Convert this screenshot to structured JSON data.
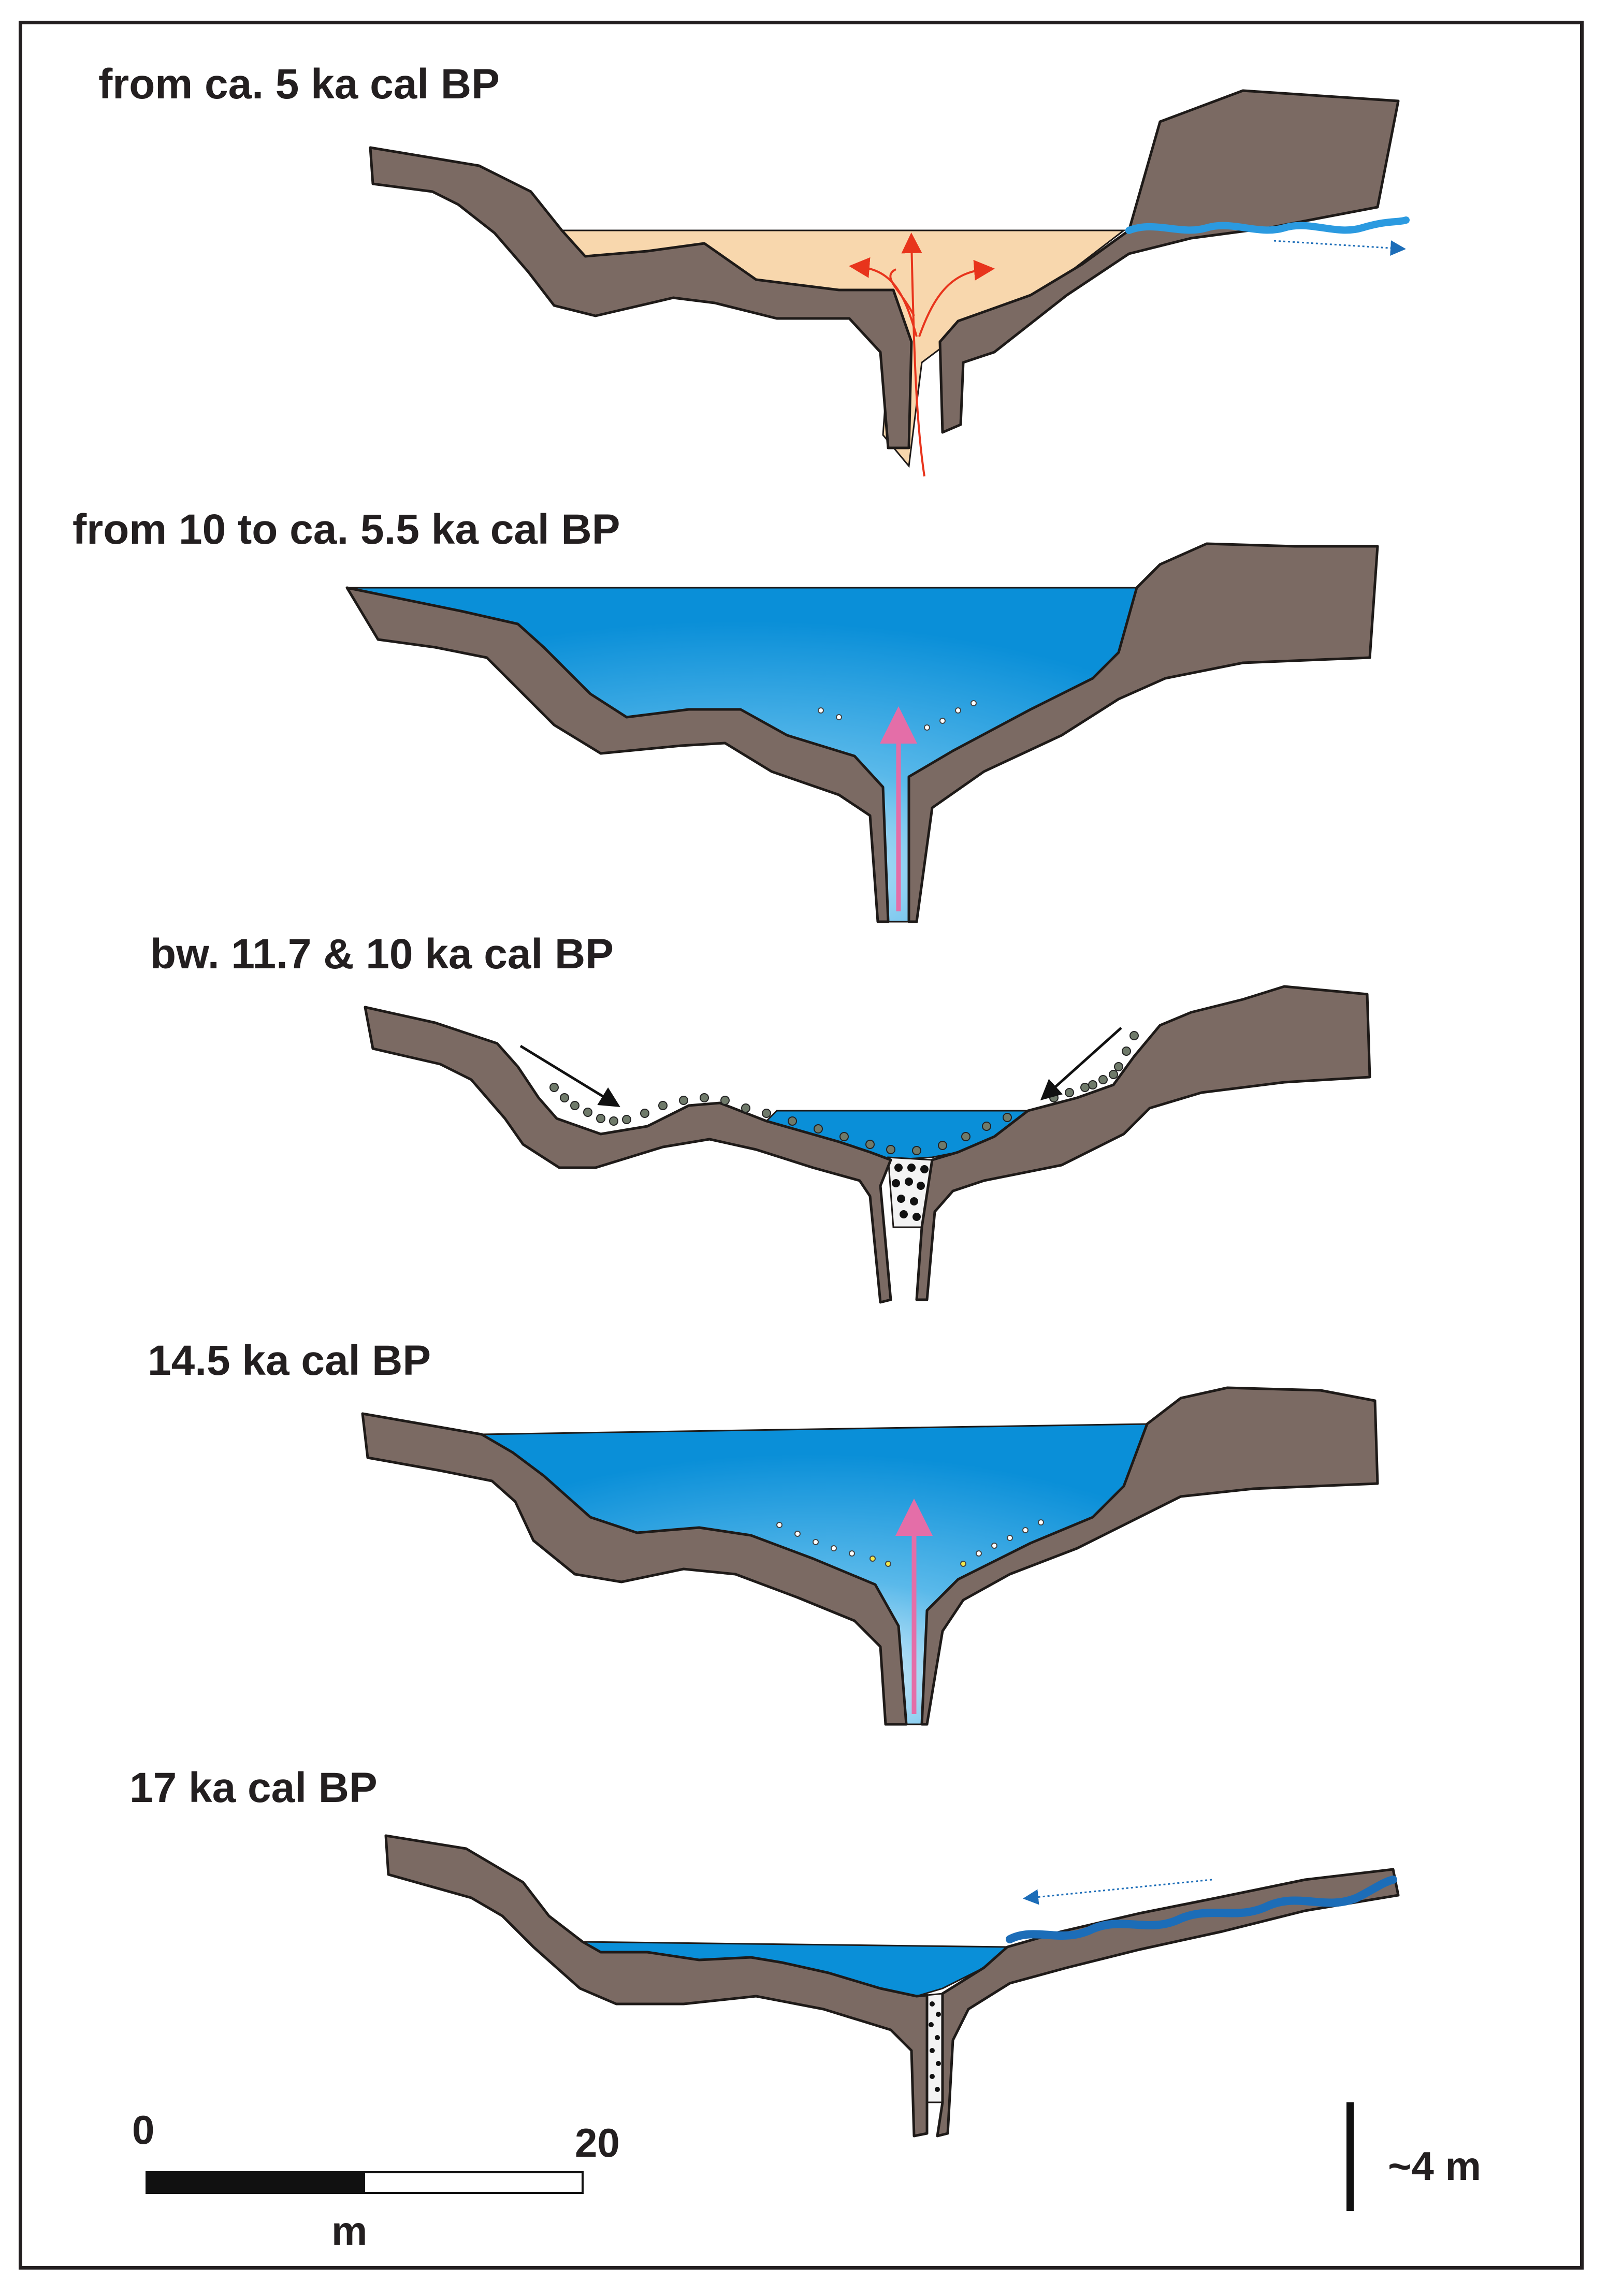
{
  "panels": [
    {
      "id": "p1",
      "label": "from ca. 5 ka cal BP",
      "fill": "sediment",
      "arrows": "red-diverging",
      "stream": "outflow-right"
    },
    {
      "id": "p2",
      "label": "from 10 to ca. 5.5 ka cal BP",
      "fill": "deep-lake",
      "arrows": "pink-upwelling"
    },
    {
      "id": "p3",
      "label": "bw. 11.7 & 10 ka cal BP",
      "fill": "shallow-lake-with-debris",
      "arrows": "black-slope-inputs"
    },
    {
      "id": "p4",
      "label": "14.5 ka cal BP",
      "fill": "deep-lake",
      "arrows": "pink-upwelling"
    },
    {
      "id": "p5",
      "label": "17 ka cal BP",
      "fill": "shallow-lake",
      "stream": "inflow-from-right"
    }
  ],
  "scale_bar": {
    "start": "0",
    "end": "20",
    "unit": "m"
  },
  "vertical_scale": {
    "label": "~4 m"
  },
  "colors": {
    "rock": "#7b6a63",
    "rock_outline": "#1e1a18",
    "water_deep": "#0a8fd8",
    "water_light": "#dff2fc",
    "sediment": "#f8d7ad",
    "river": "#2b9ae0",
    "river_dark": "#1c6db8",
    "red_arrow": "#e8341c",
    "pink_arrow": "#e46ea8",
    "debris": "#6f7a6a",
    "text": "#231f20"
  }
}
